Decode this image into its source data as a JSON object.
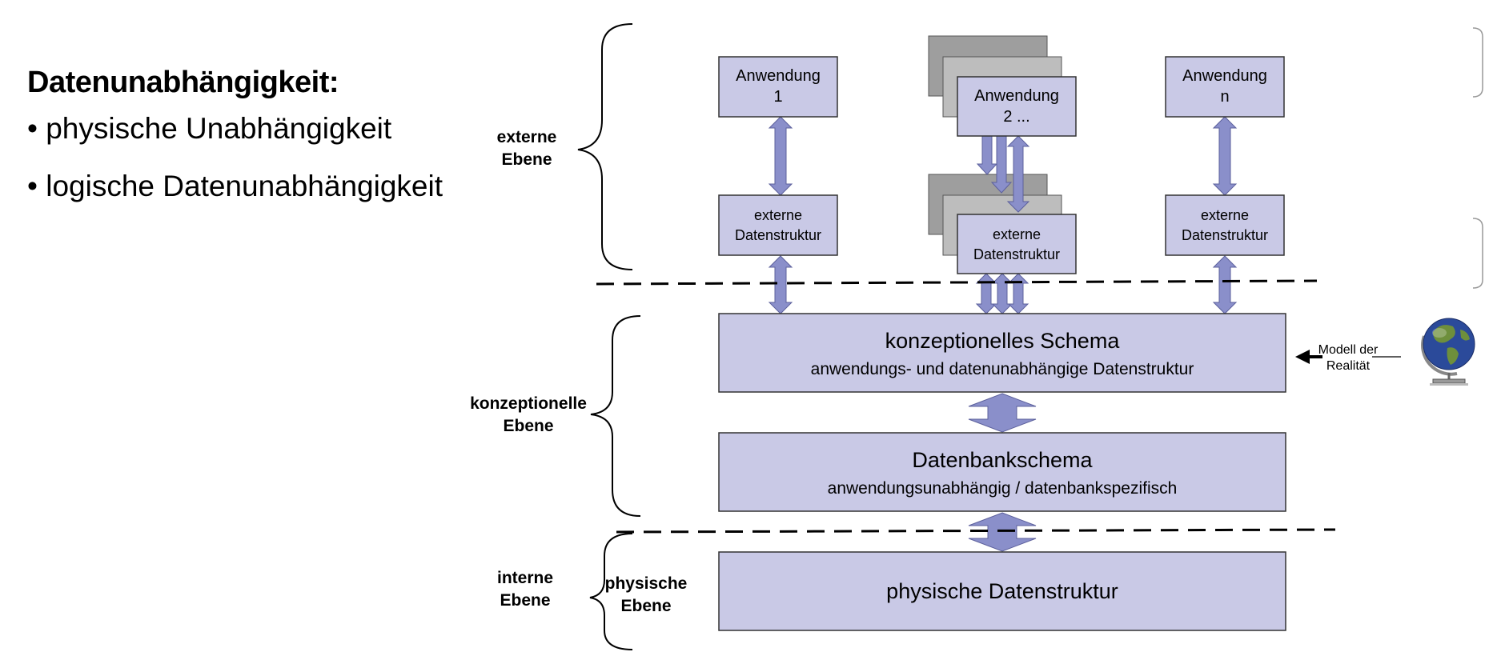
{
  "text_panel": {
    "heading": "Datenunabhängigkeit:",
    "bullets": [
      "physische Unabhängigkeit",
      "logische Datenunabhängigkeit"
    ]
  },
  "levels": {
    "external": [
      "externe",
      "Ebene"
    ],
    "conceptual": [
      "konzeptionelle",
      "Ebene"
    ],
    "internal": [
      "interne",
      "Ebene"
    ],
    "physical": [
      "physische",
      "Ebene"
    ]
  },
  "apps": {
    "app1": [
      "Anwendung",
      "1"
    ],
    "app2": [
      "Anwendung",
      "2 ..."
    ],
    "appn": [
      "Anwendung",
      "n"
    ]
  },
  "external_structures": {
    "label": [
      "externe",
      "Datenstruktur"
    ]
  },
  "schemas": {
    "conceptual_title": "konzeptionelles Schema",
    "conceptual_sub": "anwendungs- und datenunabhängige Datenstruktur",
    "db_title": "Datenbankschema",
    "db_sub": "anwendungsunabhängig / datenbankspezifisch",
    "physical_title": "physische Datenstruktur"
  },
  "reality": {
    "label": [
      "Modell der",
      "Realität"
    ],
    "icon": "globe-icon"
  },
  "colors": {
    "box_fill": "#c9c9e6",
    "arrow_fill": "#8a8fca",
    "stack_dark": "#9e9e9e",
    "stack_light": "#bdbdbd"
  }
}
